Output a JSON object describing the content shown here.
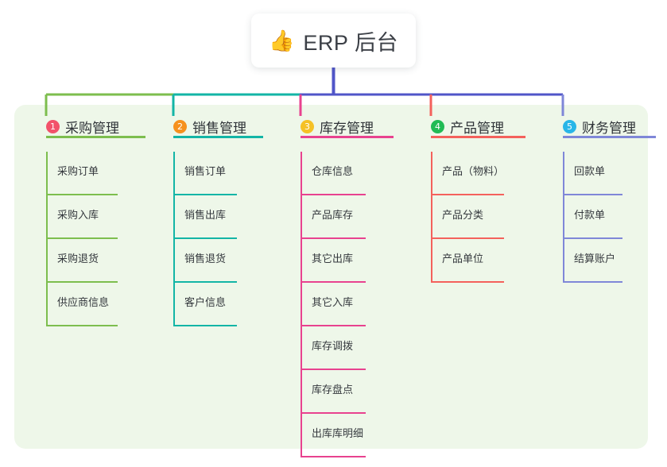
{
  "diagram": {
    "type": "mind-map",
    "title": "ERP 后台",
    "panel_color": "#eef7e9",
    "root": {
      "emoji": "👍",
      "emoji_name": "thumbs-up-emoji",
      "label": "ERP 后台",
      "stem_color": "#5055c8"
    },
    "trunk_segments": [
      {
        "color": "#7dbe4e"
      },
      {
        "color": "#13b5a6"
      },
      {
        "color": "#5055c8"
      }
    ],
    "columns": [
      {
        "index": "1",
        "title": "采购管理",
        "badge_color": "#f2526a",
        "line_color": "#7dbe4e",
        "items": [
          "采购订单",
          "采购入库",
          "采购退货",
          "供应商信息"
        ]
      },
      {
        "index": "2",
        "title": "销售管理",
        "badge_color": "#f6911e",
        "line_color": "#13b5a6",
        "items": [
          "销售订单",
          "销售出库",
          "销售退货",
          "客户信息"
        ]
      },
      {
        "index": "3",
        "title": "库存管理",
        "badge_color": "#f5c126",
        "line_color": "#e8428f",
        "items": [
          "仓库信息",
          "产品库存",
          "其它出库",
          "其它入库",
          "库存调拨",
          "库存盘点",
          "出库库明细"
        ]
      },
      {
        "index": "4",
        "title": "产品管理",
        "badge_color": "#22bb55",
        "line_color": "#f4615c",
        "items": [
          "产品（物料）",
          "产品分类",
          "产品单位"
        ]
      },
      {
        "index": "5",
        "title": "财务管理",
        "badge_color": "#29b6e8",
        "line_color": "#7f87d8",
        "items": [
          "回款单",
          "付款单",
          "结算账户"
        ]
      }
    ]
  }
}
